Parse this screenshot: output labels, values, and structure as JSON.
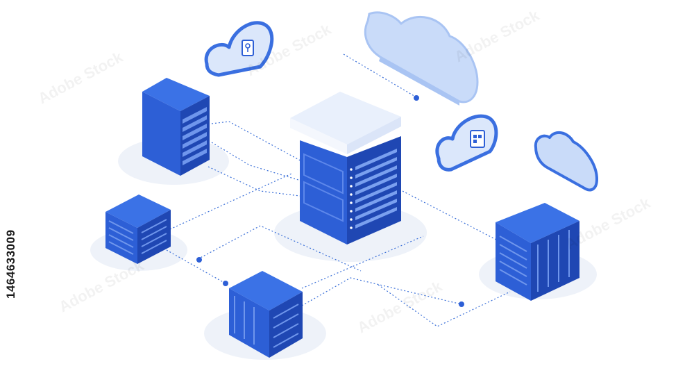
{
  "illustration": {
    "subject": "isometric network servers connected to cloud storage",
    "stock_id": "1464633009",
    "watermark_text": "Adobe Stock",
    "colors": {
      "server_front": "#2d5fd6",
      "server_side": "#1f47b3",
      "server_top": "#3b72e6",
      "cloud_fill": "#dbe7fb",
      "cloud_stroke": "#3a6fe0",
      "connector": "#3a6fd8",
      "shadow": "#eef2f9"
    },
    "icons": [
      "server-rack-icon",
      "cloud-icon",
      "lock-icon",
      "connector-dot-icon"
    ]
  }
}
